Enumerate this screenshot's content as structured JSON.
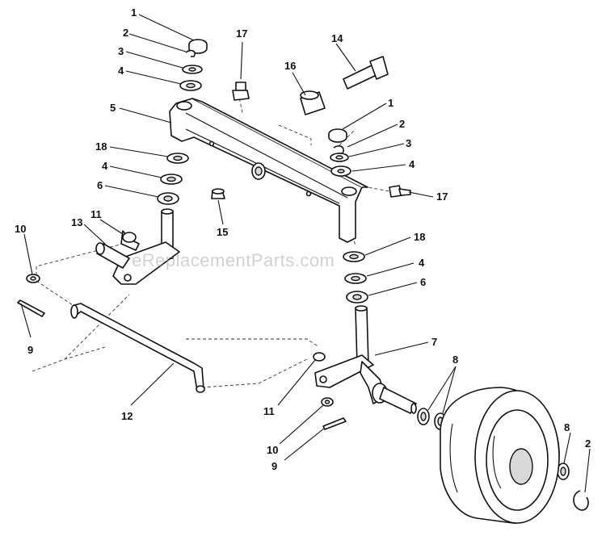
{
  "watermark": "eReplacementParts.com",
  "callouts": {
    "c1a": "1",
    "c2a": "2",
    "c3a": "3",
    "c4a": "4",
    "c5": "5",
    "c18a": "18",
    "c4b": "4",
    "c6a": "6",
    "c11a": "11",
    "c13": "13",
    "c10a": "10",
    "c9a": "9",
    "c12": "12",
    "c17a": "17",
    "c16": "16",
    "c14": "14",
    "c15": "15",
    "c1b": "1",
    "c2b": "2",
    "c3b": "3",
    "c4c": "4",
    "c17b": "17",
    "c18b": "18",
    "c4d": "4",
    "c6b": "6",
    "c7": "7",
    "c8a": "8",
    "c11b": "11",
    "c10b": "10",
    "c9b": "9",
    "c8b": "8",
    "c2c": "2"
  }
}
